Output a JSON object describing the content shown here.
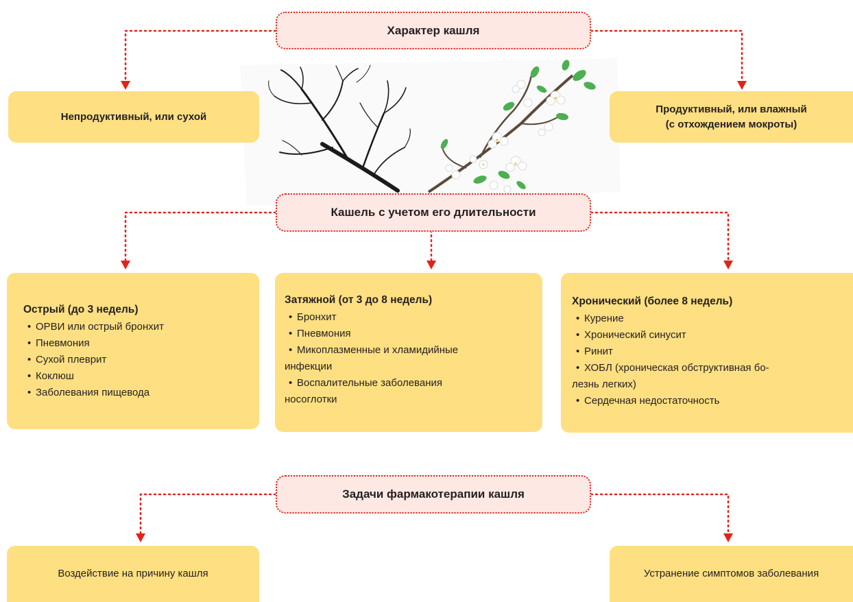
{
  "section1": {
    "header": "Характер кашля",
    "left": "Непродуктивный, или сухой",
    "right_line1": "Продуктивный, или влажный",
    "right_line2": "(с отхождением мокроты)"
  },
  "section2": {
    "header": "Кашель с учетом его длительности",
    "acute": {
      "title": "Острый (до 3 недель)",
      "items": [
        "ОРВИ или острый бронхит",
        "Пневмония",
        "Сухой плеврит",
        "Коклюш",
        "Заболевания пищевода"
      ]
    },
    "prolonged": {
      "title": "Затяжной (от 3 до 8 недель)",
      "items": [
        "Бронхит",
        "Пневмония"
      ],
      "item3_line1": "Микоплазменные и хламидийные",
      "item3_line2": "инфекции",
      "item4_line1": "Воспалительные заболевания",
      "item4_line2": "носоглотки"
    },
    "chronic": {
      "title": "Хронический (более 8 недель)",
      "items": [
        "Курение",
        "Хронический синусит",
        "Ринит"
      ],
      "item4_line1": "ХОБЛ (хроническая обструктивная бо-",
      "item4_line2": "лезнь легких)",
      "item5": "Сердечная недостаточность"
    }
  },
  "section3": {
    "header": "Задачи фармакотерапии кашля",
    "left": "Воздействие на причину кашля",
    "right": "Устранение симптомов заболевания"
  },
  "bullet": "•",
  "colors": {
    "header_fill": "#fde8e4",
    "connector": "#e2231a",
    "box_fill": "#fedf82"
  },
  "illustration": "bare-branch-and-blossoming-branch"
}
